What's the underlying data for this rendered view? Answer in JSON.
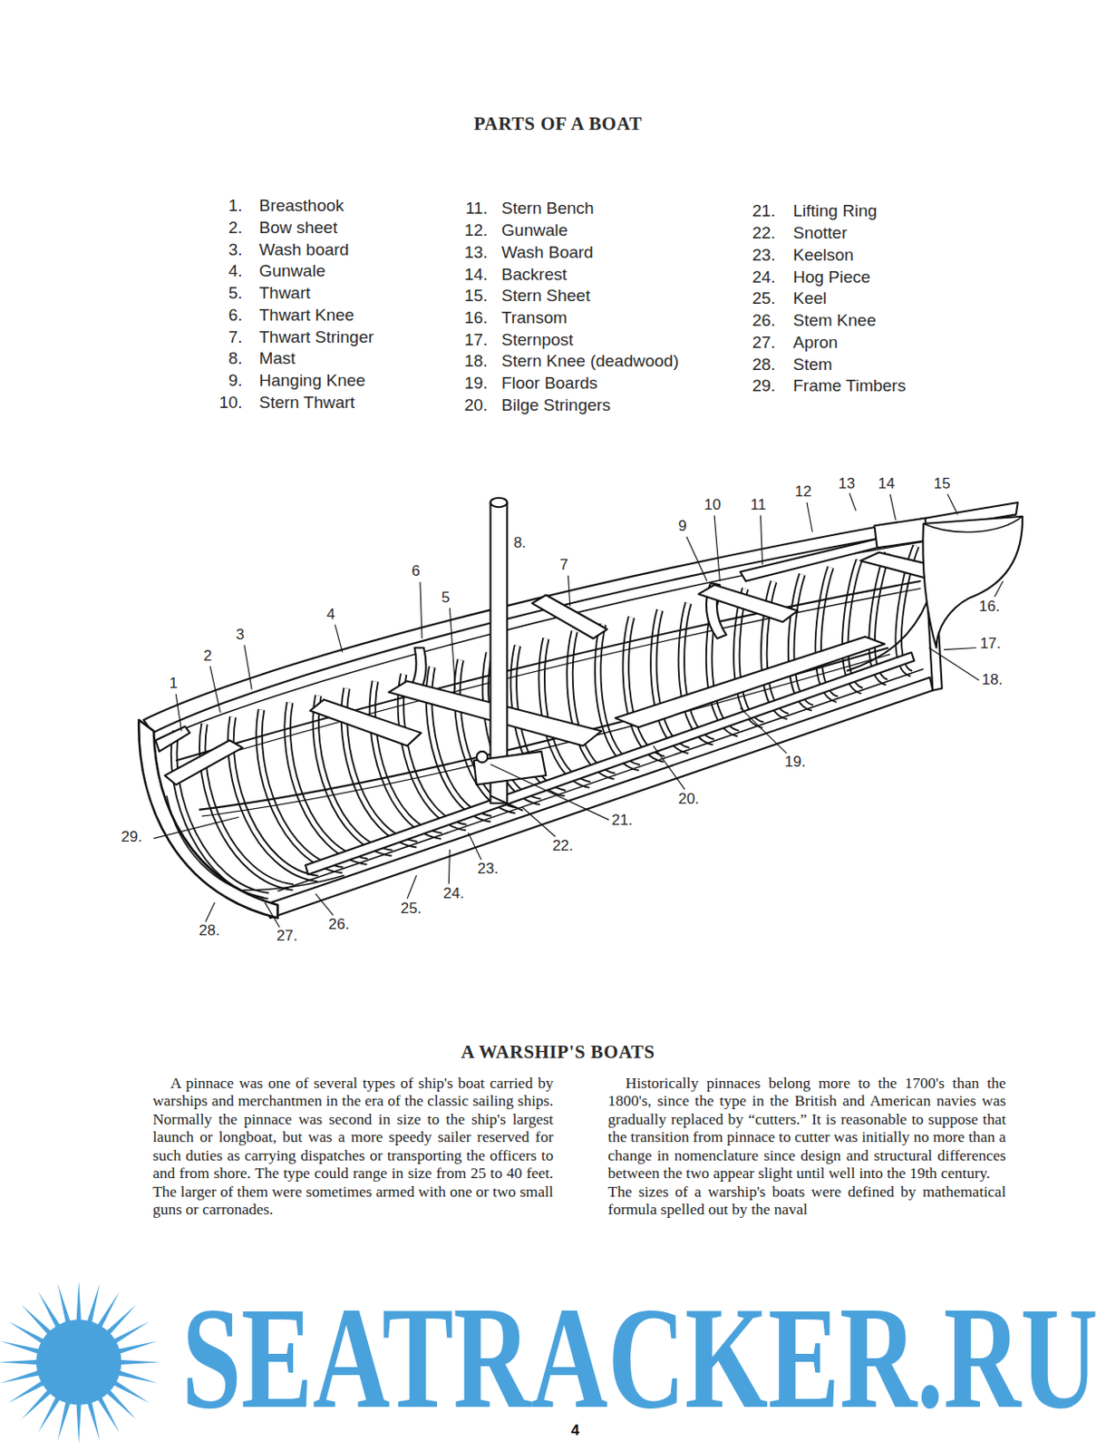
{
  "diagram": {
    "title": "PARTS OF A BOAT",
    "labels": [
      "1.",
      "Breasthook",
      "2.",
      "Bow sheet",
      "3.",
      "Wash board",
      "4.",
      "Gunwale",
      "5.",
      "Thwart",
      "6.",
      "Thwart Knee",
      "7.",
      "Thwart Stringer",
      "8.",
      "Mast",
      "9.",
      "Hanging Knee",
      "10.",
      "Stern Thwart",
      "11.",
      "Stern Bench",
      "12.",
      "Gunwale",
      "13.",
      "Wash Board",
      "14.",
      "Backrest",
      "15.",
      "Stern Sheet",
      "16.",
      "Transom",
      "17.",
      "Sternpost",
      "18.",
      "Stern Knee (deadwood)",
      "19.",
      "Floor Boards",
      "20.",
      "Bilge Stringers",
      "21.",
      "Lifting Ring",
      "22.",
      "Snotter",
      "23.",
      "Keelson",
      "24.",
      "Hog Piece",
      "25.",
      "Keel",
      "26.",
      "Stem Knee",
      "27.",
      "Apron",
      "28.",
      "Stem",
      "29.",
      "Frame Timbers",
      "1",
      "2",
      "3",
      "4",
      "5",
      "6",
      "7",
      "8.",
      "9",
      "10",
      "11",
      "12",
      "13",
      "14",
      "15",
      "16.",
      "17.",
      "18.",
      "19.",
      "20.",
      "21.",
      "22.",
      "23.",
      "24.",
      "25.",
      "26.",
      "27.",
      "28.",
      "29.",
      "A WARSHIP'S BOATS",
      "A pinnace was one of several types of ship's boat carried by warships and merchantmen in the era of the classic sailing ships. Normally the pinnace was second in size to the ship's largest launch or longboat, but was a more speedy sailer reserved for such duties as carrying dispatches or transporting the officers to and from shore. The type could range in size from 25 to 40 feet. The larger of them were sometimes armed with one or two small guns or carronades.",
      "Historically pinnaces belong more to the 1700's than the 1800's, since the type in the British and American navies was gradually replaced by “cutters.” It is reasonable to suppose that the transition from pinnace to cutter was initially no more than a change in nomenclature since design and structural differences between the two appear slight until well into the 19th century.",
      "The sizes of a warship's boats were defined by mathematical formula spelled out by the naval",
      "SEATRACKER.RU",
      "4"
    ]
  }
}
